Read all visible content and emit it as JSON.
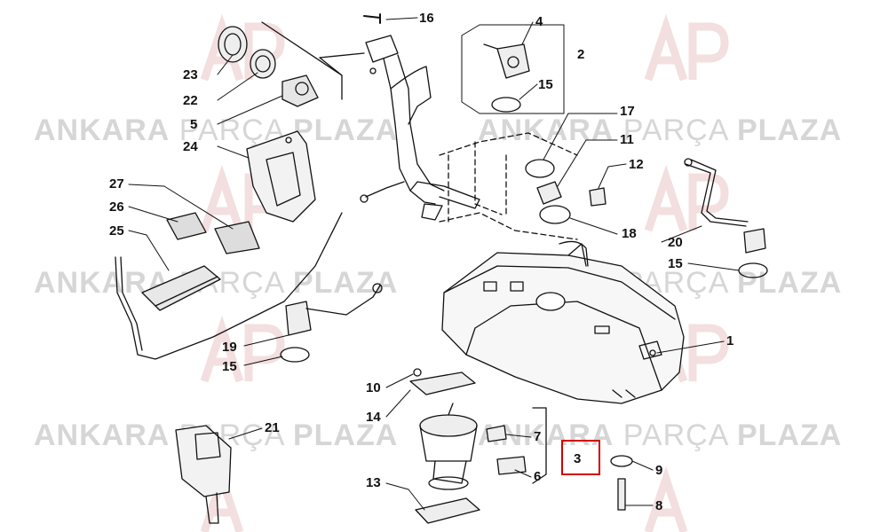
{
  "watermark": {
    "word1": "ANKARA",
    "word2": "PARÇA",
    "word3": "PLAZA",
    "logo_letters": "AP",
    "color": "#d6d6d6"
  },
  "callouts": {
    "c1": "1",
    "c2": "2",
    "c3": "3",
    "c4": "4",
    "c5": "5",
    "c6": "6",
    "c7": "7",
    "c8": "8",
    "c9": "9",
    "c10": "10",
    "c11": "11",
    "c12": "12",
    "c13": "13",
    "c14": "14",
    "c15a": "15",
    "c15b": "15",
    "c15c": "15",
    "c16": "16",
    "c17": "17",
    "c18": "18",
    "c19": "19",
    "c20": "20",
    "c21": "21",
    "c22": "22",
    "c23": "23",
    "c24": "24",
    "c25": "25",
    "c26": "26",
    "c27": "27"
  },
  "highlight": {
    "part": "3",
    "color": "#d40000"
  }
}
